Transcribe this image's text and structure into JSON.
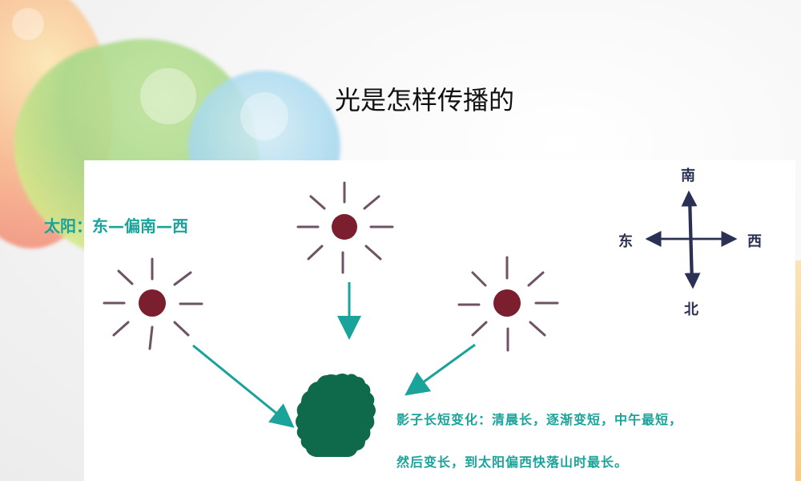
{
  "slide": {
    "title": "光是怎样传播的",
    "sun_path_label": "太阳：东—偏南—西",
    "shadow_description": {
      "line1": "影子长短变化：清晨长，逐渐变短，中午最短，",
      "line2": "然后变长，到太阳偏西快落山时最长。"
    },
    "compass": {
      "north_top_label": "南",
      "bottom_label": "北",
      "left_label": "东",
      "right_label": "西"
    },
    "colors": {
      "accent_teal": "#1aa39a",
      "sun": "#7b1e2e",
      "tree": "#0f6a4c",
      "compass": "#2b3055"
    },
    "icons": [
      "sun-morning-icon",
      "sun-noon-icon",
      "sun-evening-icon",
      "tree-icon",
      "compass-icon"
    ]
  }
}
